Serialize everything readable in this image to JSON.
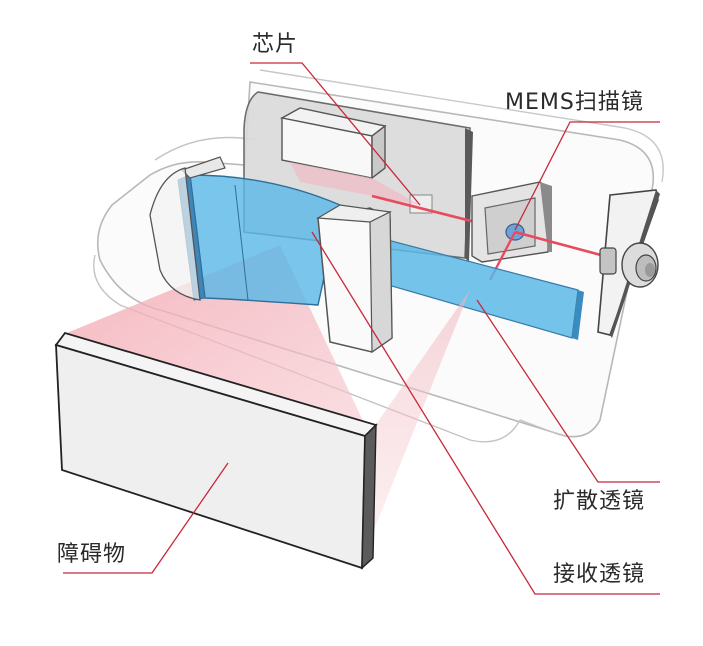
{
  "labels": {
    "chip": "芯片",
    "mems": "MEMS扫描镜",
    "diffuser": "扩散透镜",
    "receiver": "接收透镜",
    "obstacle": "障碍物"
  },
  "colors": {
    "leader_line": "#c8283a",
    "laser_beam": "#e84a5f",
    "lens_fill": "#5bb8e6",
    "housing_stroke": "#a8a8a8"
  }
}
